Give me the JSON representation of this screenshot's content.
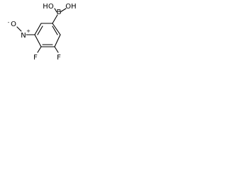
{
  "molecule": {
    "atoms": {
      "boron": "B",
      "hydroxyl_left": "HO",
      "hydroxyl_right": "OH",
      "nitro_oxygen": "O",
      "nitro_oxygen_charge": "-",
      "nitro_nitrogen": "N",
      "nitro_nitrogen_charge": "+",
      "fluorine_left": "F",
      "fluorine_right": "F"
    }
  }
}
